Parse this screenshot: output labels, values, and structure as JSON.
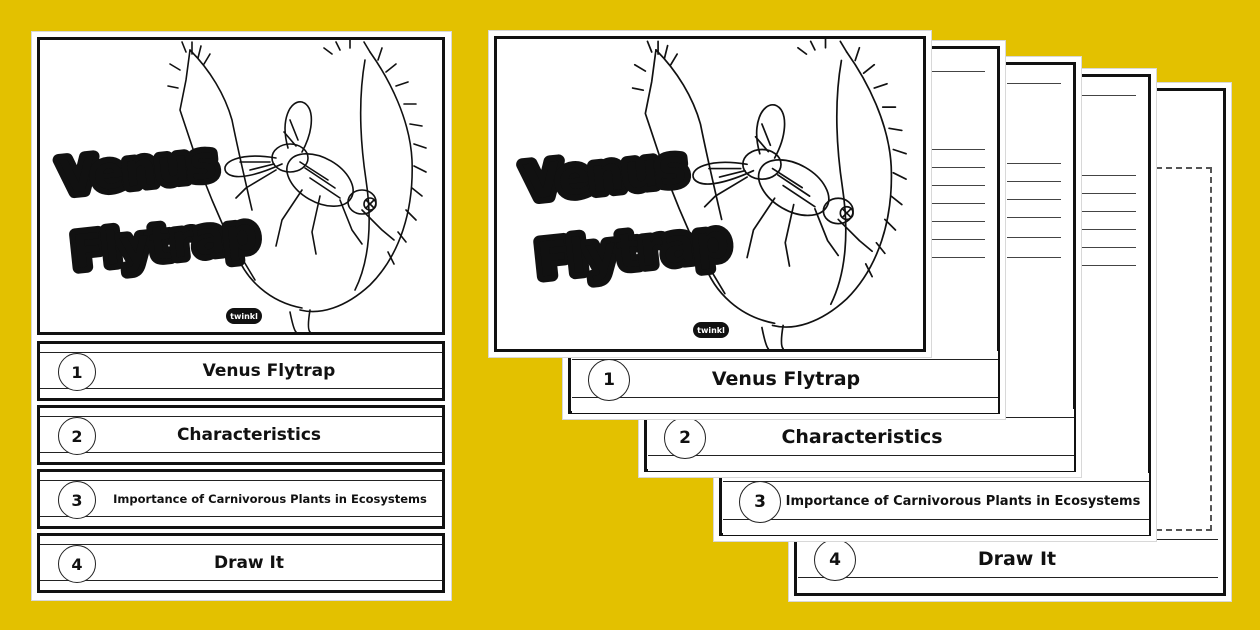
{
  "colors": {
    "background": "#e3c100",
    "ink": "#111111",
    "paper": "#ffffff"
  },
  "cover": {
    "title_line1": "Venus",
    "title_line2": "Flytrap",
    "logo": "twinkl"
  },
  "sections": [
    {
      "number": "1",
      "label": "Venus Flytrap"
    },
    {
      "number": "2",
      "label": "Characteristics"
    },
    {
      "number": "3",
      "label": "Importance of Carnivorous Plants in Ecosystems"
    },
    {
      "number": "4",
      "label": "Draw It"
    }
  ],
  "icons": {
    "illustration": "venus-flytrap-with-fly-illustration",
    "logo": "twinkl-logo"
  }
}
